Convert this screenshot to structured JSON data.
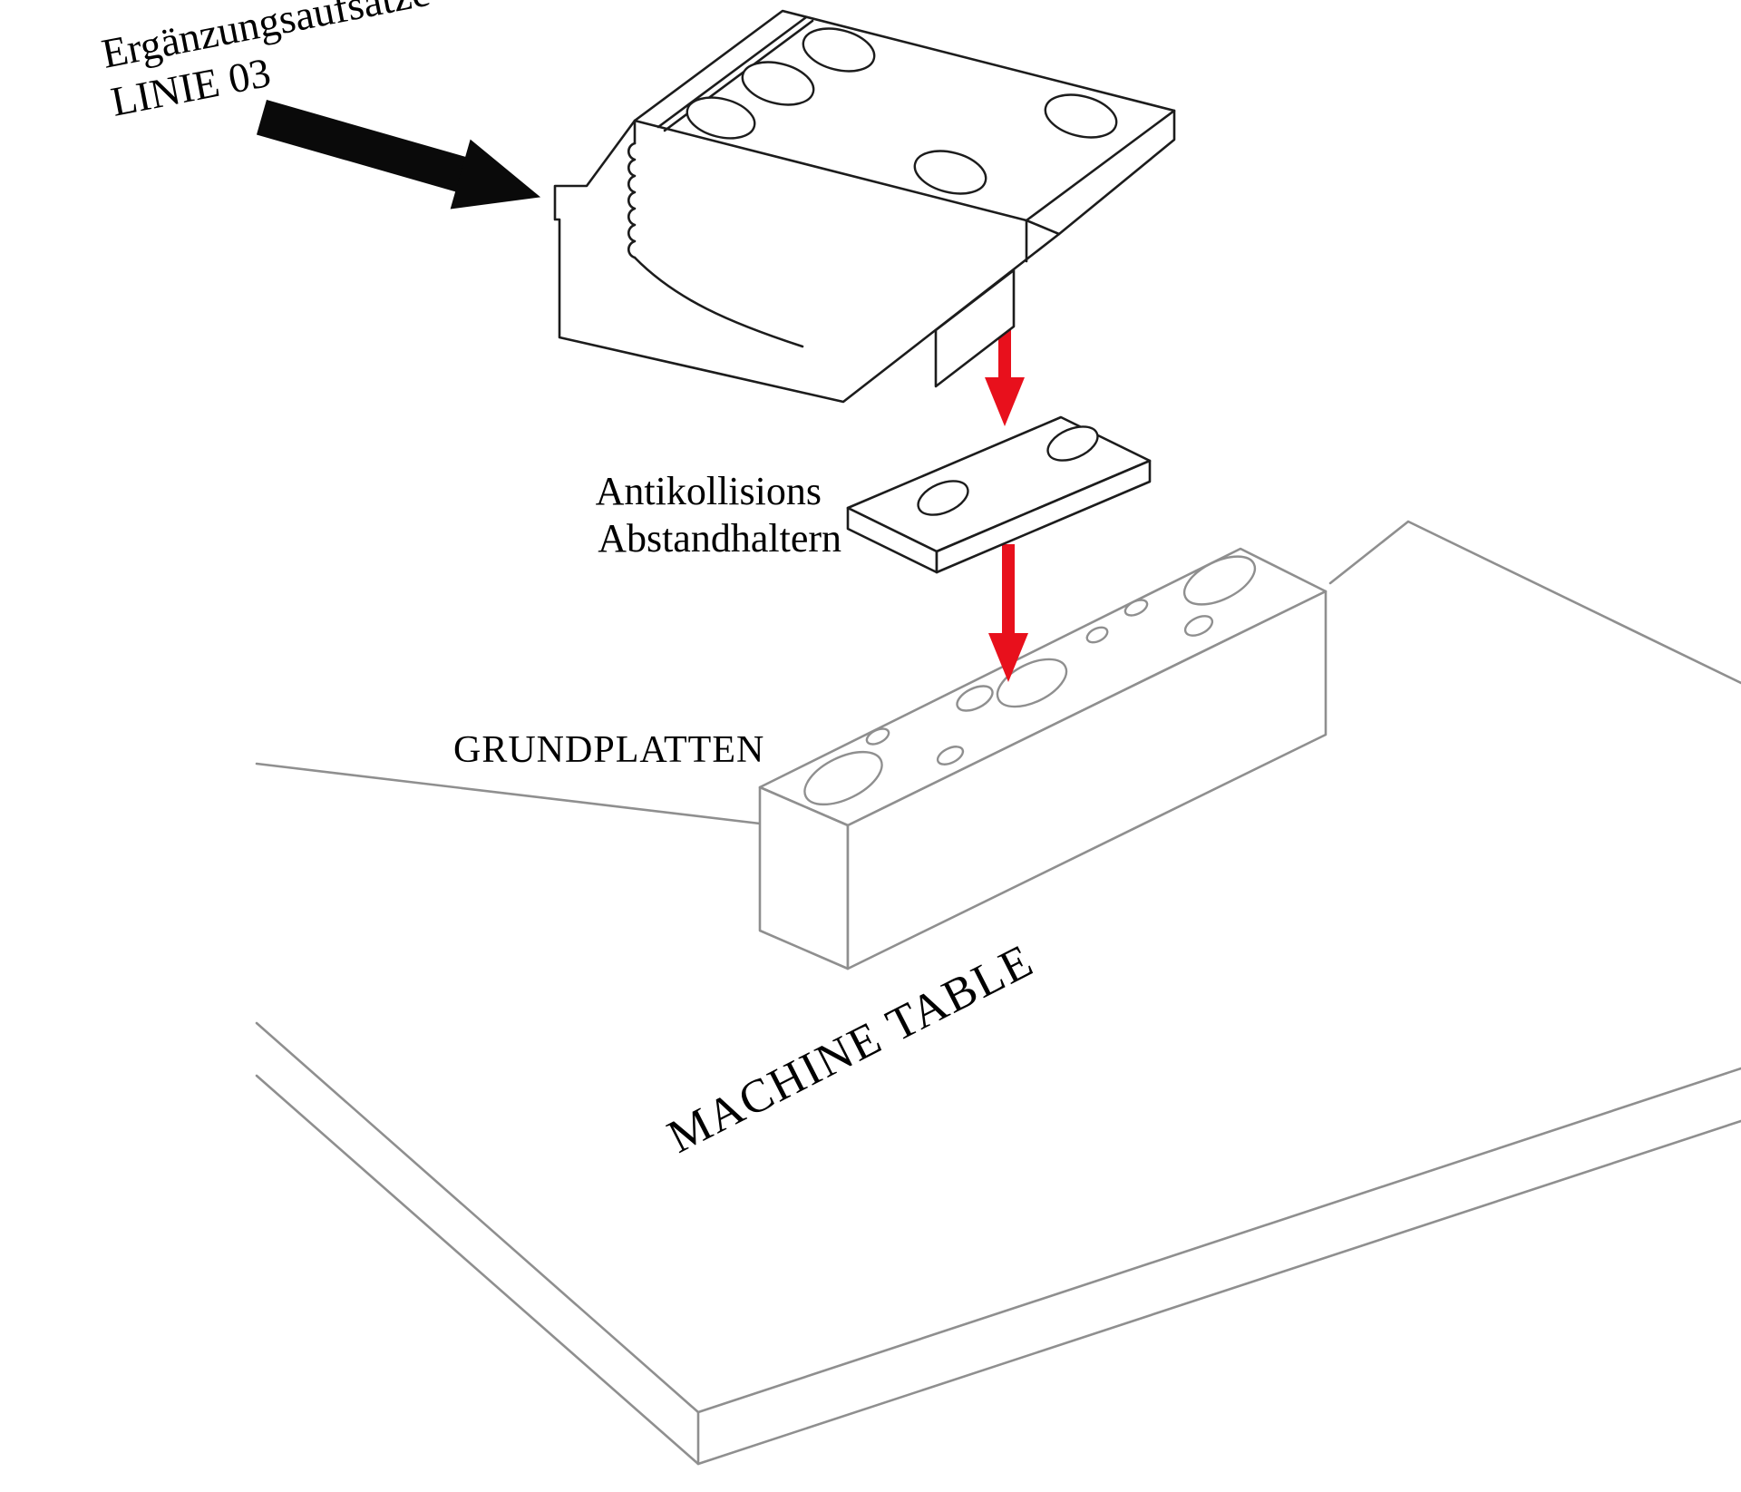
{
  "diagram": {
    "labels": {
      "attachment": {
        "line1": "Ergänzungsaufsätze",
        "line2": "LINIE 03"
      },
      "spacer": {
        "line1": "Antikollisions",
        "line2": "Abstandhaltern"
      },
      "base_plate": "GRUNDPLATTEN",
      "machine_table": "MACHINE TABLE"
    },
    "colors": {
      "line_black": "#1c1c1c",
      "line_gray": "#8f8f8f",
      "arrow_red": "#e8101c",
      "arrow_black": "#0a0a0a",
      "background": "#ffffff",
      "text": "#000000"
    }
  }
}
